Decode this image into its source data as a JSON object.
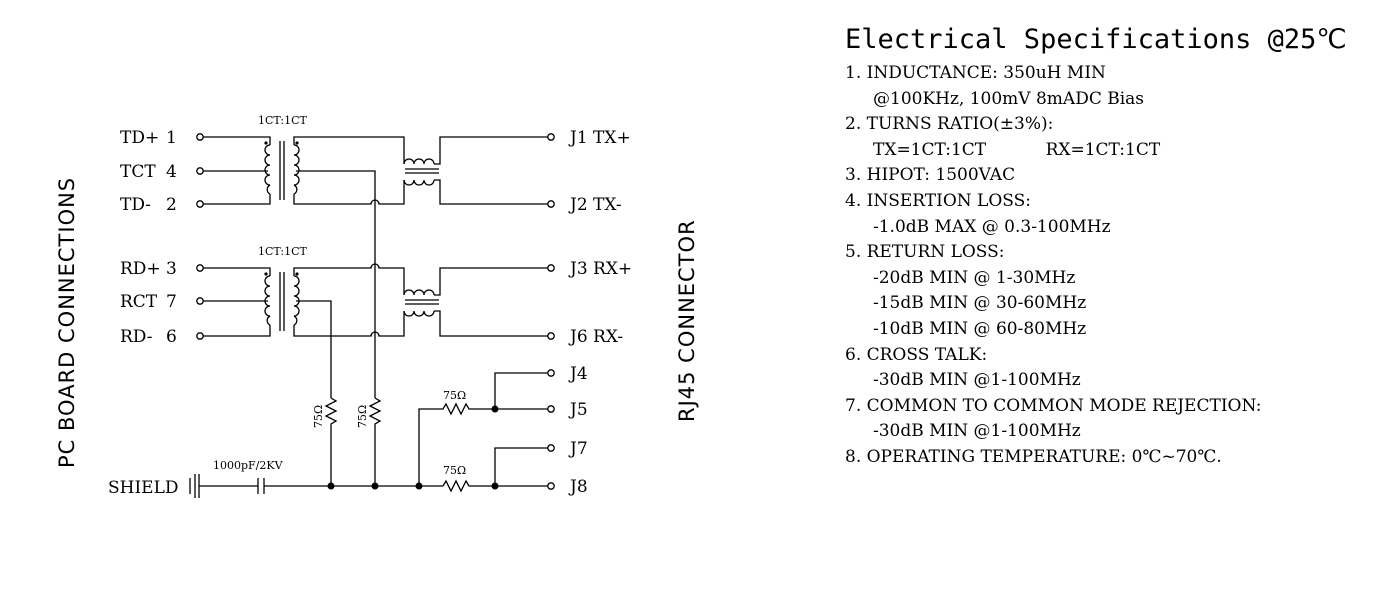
{
  "diagram": {
    "pc_board_label": "PC BOARD CONNECTIONS",
    "rj45_label": "RJ45 CONNECTOR",
    "ratio_tx": "1CT:1CT",
    "ratio_rx": "1CT:1CT",
    "left_pins": [
      {
        "label": "TD+",
        "num": "1"
      },
      {
        "label": "TCT",
        "num": "4"
      },
      {
        "label": "TD-",
        "num": "2"
      },
      {
        "label": "RD+",
        "num": "3"
      },
      {
        "label": "RCT",
        "num": "7"
      },
      {
        "label": "RD-",
        "num": "6"
      }
    ],
    "right_pins": [
      {
        "label": "J1 TX+"
      },
      {
        "label": "J2 TX-"
      },
      {
        "label": "J3 RX+"
      },
      {
        "label": "J6 RX-"
      },
      {
        "label": "J4"
      },
      {
        "label": "J5"
      },
      {
        "label": "J7"
      },
      {
        "label": "J8"
      }
    ],
    "resistor_1": "75Ω",
    "resistor_2": "75Ω",
    "resistor_3": "75Ω",
    "resistor_4": "75Ω",
    "capacitor_label": "1000pF/2KV",
    "shield_label": "SHIELD"
  },
  "specs": {
    "title": "Electrical Specifications @25℃",
    "items": [
      {
        "head": "1. INDUCTANCE: 350uH MIN",
        "sub": [
          "@100KHz, 100mV 8mADC Bias"
        ]
      },
      {
        "head": "2. TURNS RATIO(±3%):",
        "sub": [
          "TX=1CT:1CT           RX=1CT:1CT"
        ]
      },
      {
        "head": "3. HIPOT: 1500VAC",
        "sub": []
      },
      {
        "head": "4. INSERTION LOSS:",
        "sub": [
          "-1.0dB MAX @ 0.3-100MHz"
        ]
      },
      {
        "head": "5. RETURN LOSS:",
        "sub": [
          "-20dB MIN @ 1-30MHz",
          "-15dB MIN @ 30-60MHz",
          "-10dB MIN @ 60-80MHz"
        ]
      },
      {
        "head": "6. CROSS TALK:",
        "sub": [
          "-30dB MIN @1-100MHz"
        ]
      },
      {
        "head": "7. COMMON TO COMMON MODE REJECTION:",
        "sub": [
          "-30dB MIN @1-100MHz"
        ]
      },
      {
        "head": "8. OPERATING TEMPERATURE: 0℃~70℃.",
        "sub": []
      }
    ]
  }
}
